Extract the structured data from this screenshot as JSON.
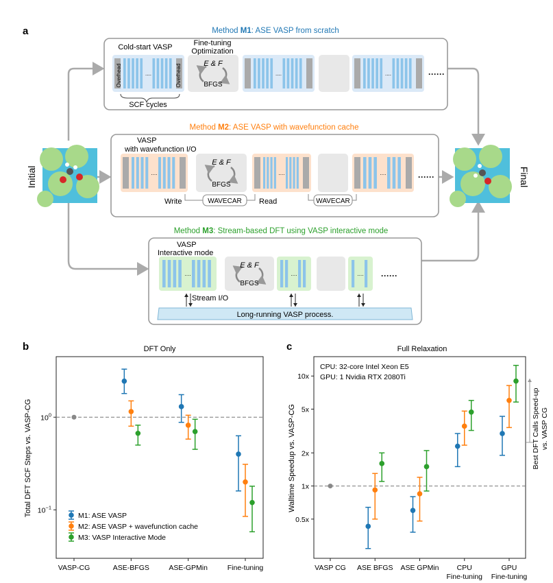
{
  "colors": {
    "m1": "#1f77b4",
    "m2": "#ff7f0e",
    "m3": "#2ca02c",
    "bar": "#8cc4ea",
    "gray": "#9e9e9e",
    "panel_m1": "#dbe9f7",
    "panel_m2": "#fde1cc",
    "panel_m3": "#d8f2cf"
  },
  "panel_a": {
    "label": "a",
    "m1_title_pre": "Method ",
    "m1_title_bold": "M1",
    ": ASE VASP from scratch": "",
    "m1_title_post": ": ASE VASP from scratch",
    "m2_title_pre": "Method ",
    "m2_title_bold": "M2",
    "m2_title_post": ": ASE VASP with wavefunction cache",
    "m3_title_pre": "Method ",
    "m3_title_bold": "M3",
    "m3_title_post": ": Stream-based DFT using VASP interactive mode",
    "cold_start": "Cold-start VASP",
    "fine_tuning_1": "Fine-tuning",
    "fine_tuning_2": "Optimization",
    "ef": "E & F",
    "bfgs": "BFGS",
    "overhead": "Overhead",
    "dots": "······",
    "ellipsis": "....",
    "scf_cycles": "SCF cycles",
    "vasp": "VASP",
    "with_wf": "with wavefunction I/O",
    "write": "Write",
    "read": "Read",
    "wavecar": "WAVECAR",
    "interactive": "Interactive mode",
    "stream_io": "Stream I/O",
    "long_running": "Long-running VASP process.",
    "initial": "Initial",
    "final": "Final"
  },
  "chart_data": [
    {
      "panel": "b",
      "type": "scatter",
      "title": "DFT Only",
      "xlabel": "",
      "ylabel": "Total DFT SCF Steps vs. VASP-CG",
      "yscale": "log",
      "ylim": [
        0.03,
        4.5
      ],
      "yticks": [
        {
          "v": 0.1,
          "t": "10"
        },
        {
          "v": 1,
          "t": "10"
        }
      ],
      "ytick_exp": [
        "−1",
        "0"
      ],
      "categories": [
        "VASP-CG",
        "ASE-BFGS",
        "ASE-GPMin",
        "Fine-tuning"
      ],
      "baseline": 1,
      "reference": {
        "category": "VASP-CG",
        "value": 1
      },
      "legend_position": "lower-left",
      "series": [
        {
          "name": "M1: ASE VASP",
          "values": [
            null,
            2.45,
            1.3,
            0.4
          ],
          "lo": [
            null,
            1.8,
            0.88,
            0.16
          ],
          "hi": [
            null,
            3.3,
            1.75,
            0.63
          ]
        },
        {
          "name": "M2: ASE VASP + wavefunction cache",
          "values": [
            null,
            1.15,
            0.82,
            0.2
          ],
          "lo": [
            null,
            0.8,
            0.58,
            0.085
          ],
          "hi": [
            null,
            1.5,
            1.05,
            0.31
          ]
        },
        {
          "name": "M3: VASP Interactive Mode",
          "values": [
            null,
            0.67,
            0.7,
            0.12
          ],
          "lo": [
            null,
            0.5,
            0.45,
            0.058
          ],
          "hi": [
            null,
            0.82,
            0.95,
            0.18
          ]
        }
      ]
    },
    {
      "panel": "c",
      "type": "scatter",
      "title": "Full Relaxation",
      "xlabel": "",
      "ylabel": "Walltime Speedup vs. VASP-CG",
      "yscale": "log",
      "ylim": [
        0.22,
        15
      ],
      "yticks": [
        {
          "v": 0.5,
          "t": "0.5x"
        },
        {
          "v": 1,
          "t": "1x"
        },
        {
          "v": 2,
          "t": "2x"
        },
        {
          "v": 5,
          "t": "5x"
        },
        {
          "v": 10,
          "t": "10x"
        }
      ],
      "categories": [
        "VASP CG",
        "ASE BFGS",
        "ASE GPMin",
        "CPU\nFine-tuning",
        "GPU\nFine-tuning"
      ],
      "baseline": 1,
      "reference": {
        "category": "VASP CG",
        "value": 1
      },
      "annotation_1": "CPU: 32-core Intel Xeon E5",
      "annotation_2": "GPU: 1 Nvidia RTX 2080Ti",
      "side_label_1": "Best DFT Calls Speed-up",
      "side_label_2": "vs. VASP CG",
      "series": [
        {
          "name": "M1: ASE VASP",
          "values": [
            null,
            0.43,
            0.6,
            2.3,
            3.0
          ],
          "lo": [
            null,
            0.27,
            0.38,
            1.5,
            1.9
          ],
          "hi": [
            null,
            0.64,
            0.8,
            3.0,
            4.3
          ]
        },
        {
          "name": "M2: ASE VASP + wavefunction cache",
          "values": [
            null,
            0.92,
            0.85,
            3.5,
            6.0
          ],
          "lo": [
            null,
            0.5,
            0.48,
            2.35,
            3.4
          ],
          "hi": [
            null,
            1.3,
            1.2,
            4.8,
            8.2
          ]
        },
        {
          "name": "M3: VASP Interactive Mode",
          "values": [
            null,
            1.6,
            1.5,
            4.7,
            9.0
          ],
          "lo": [
            null,
            1.1,
            0.9,
            3.2,
            5.8
          ],
          "hi": [
            null,
            2.0,
            2.1,
            6.0,
            12.5
          ]
        }
      ]
    }
  ]
}
